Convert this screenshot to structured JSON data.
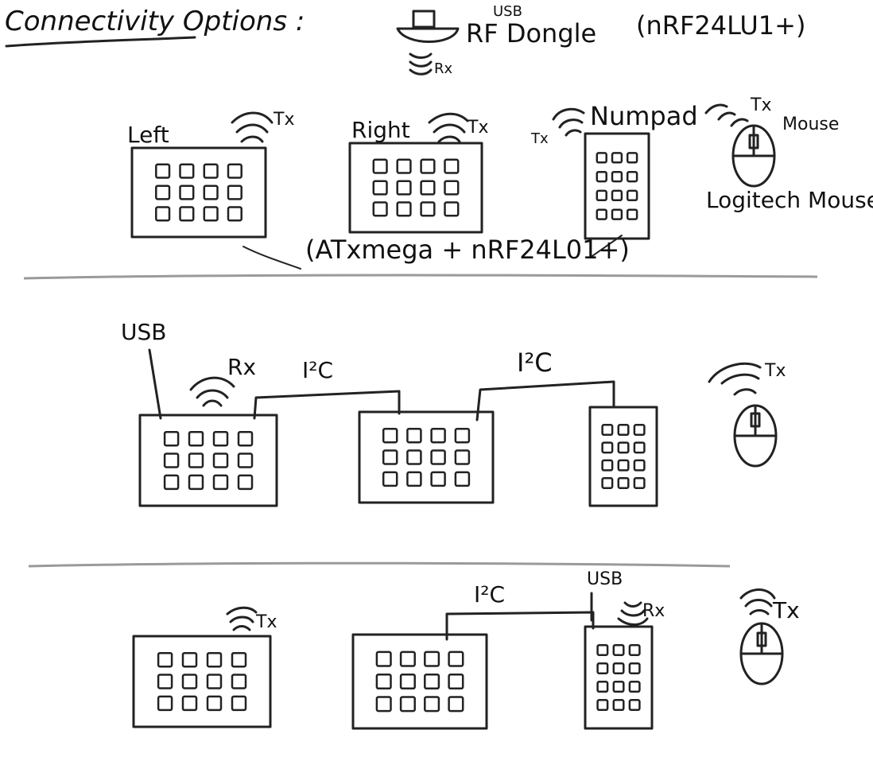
{
  "title": "Connectivity Options :",
  "dongle": {
    "usb": "USB",
    "name": "RF Dongle",
    "chip": "(nRF24LU1+)",
    "rx": "Rx"
  },
  "option1": {
    "left": "Left",
    "right": "Right",
    "numpad": "Numpad",
    "mouse": "Mouse",
    "mouse_name": "Logitech Mouse",
    "tx_left": "Tx",
    "tx_right": "Tx",
    "tx_numpad": "Tx",
    "tx_mouse": "Tx",
    "board": "(ATxmega + nRF24L01+)"
  },
  "option2": {
    "usb": "USB",
    "rx": "Rx",
    "i2c_a": "I²C",
    "i2c_b": "I²C",
    "tx_mouse": "Tx"
  },
  "option3": {
    "tx_left": "Tx",
    "i2c": "I²C",
    "usb": "USB",
    "rx": "Rx",
    "tx_mouse": "Tx"
  },
  "colors": {
    "ink": "#222222",
    "divider": "#9a9a9a",
    "paper": "#ffffff"
  }
}
